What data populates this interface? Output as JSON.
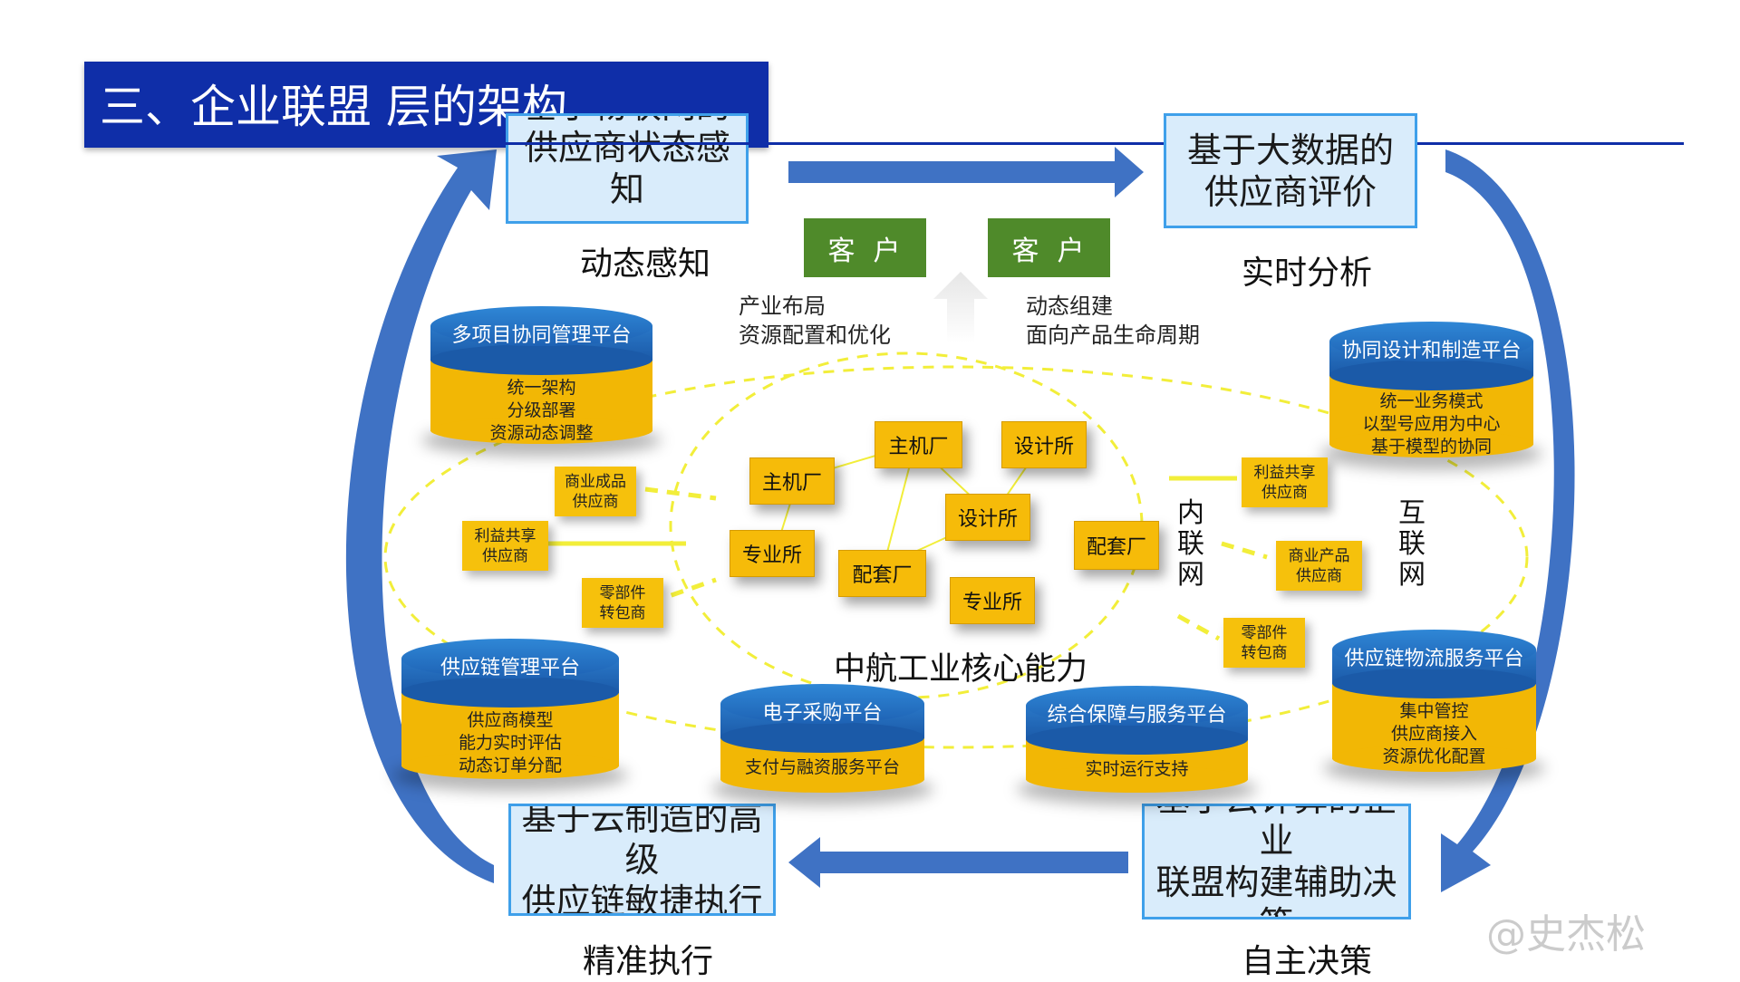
{
  "slide": {
    "title": "三、企业联盟 层的架构"
  },
  "corners": {
    "top_left": {
      "text": "基于物联网的\n供应商状态感知",
      "stage": "动态感知"
    },
    "top_right": {
      "text": "基于大数据的\n供应商评价",
      "stage": "实时分析"
    },
    "bottom_left": {
      "text": "基于云制造的高级\n供应链敏捷执行",
      "stage": "精准执行"
    },
    "bottom_right": {
      "text": "基于云计算的企业\n联盟构建辅助决策",
      "stage": "自主决策"
    }
  },
  "customers": [
    {
      "label": "客户"
    },
    {
      "label": "客户"
    }
  ],
  "customer_notes": {
    "left": "产业布局\n 资源配置和优化",
    "right": "动态组建\n面向产品生命周期"
  },
  "platforms": [
    {
      "title": "多项目协同管理平台",
      "lines": [
        "统一架构",
        "分级部署",
        "资源动态调整"
      ]
    },
    {
      "title": "协同设计和制造平台",
      "lines": [
        "统一业务模式",
        "以型号应用为中心",
        "基于模型的协同"
      ]
    },
    {
      "title": "供应链管理平台",
      "lines": [
        "供应商模型",
        "能力实时评估",
        "动态订单分配"
      ]
    },
    {
      "title": "电子采购平台",
      "lines": [
        "支付与融资服务平台"
      ]
    },
    {
      "title": "综合保障与服务平台",
      "lines": [
        "实时运行支持"
      ]
    },
    {
      "title": "供应链物流服务平台",
      "lines": [
        "集中管控",
        "供应商接入",
        "资源优化配置"
      ]
    }
  ],
  "core_nodes": [
    "主机厂",
    "设计所",
    "主机厂",
    "设计所",
    "专业所",
    "配套厂",
    "配套厂",
    "专业所"
  ],
  "core_label": "中航工业核心能力",
  "outer_suppliers": [
    {
      "lines": [
        "商业成品",
        "供应商"
      ]
    },
    {
      "lines": [
        "利益共享",
        "供应商"
      ]
    },
    {
      "lines": [
        "零部件",
        "转包商"
      ]
    },
    {
      "lines": [
        "利益共享",
        "供应商"
      ]
    },
    {
      "lines": [
        "商业产品",
        "供应商"
      ]
    },
    {
      "lines": [
        "零部件",
        "转包商"
      ]
    }
  ],
  "network_labels": {
    "intranet": [
      "内",
      "联",
      "网"
    ],
    "internet": [
      "互",
      "联",
      "网"
    ]
  },
  "watermark": "@史杰松",
  "colors": {
    "title_bar": "#0f2ea8",
    "corner_fill": "#d9ecfb",
    "corner_border": "#3fa0ea",
    "arrow": "#3f72c4",
    "customer": "#4f8a2a",
    "platform_top": "#1e62b4",
    "platform_body": "#f2b705",
    "node": "#f6bb09",
    "dashed_ellipse": "#f2ee3a"
  }
}
